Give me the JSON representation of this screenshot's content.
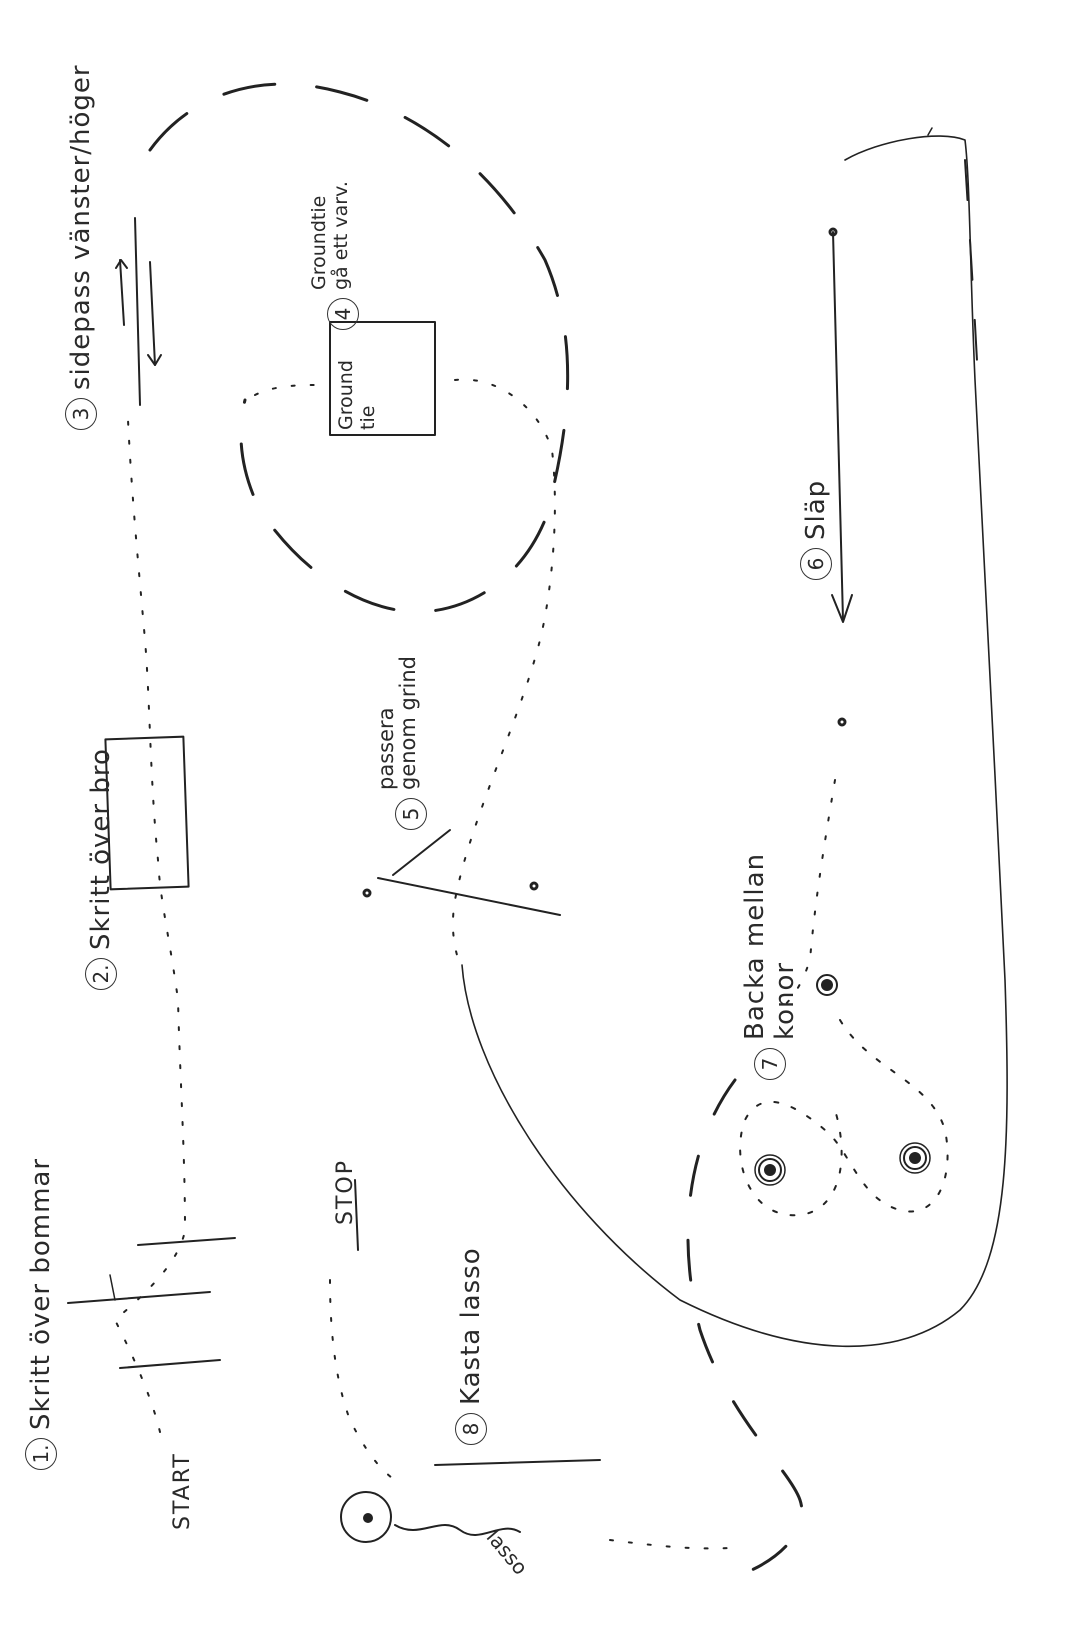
{
  "ink_color": "#222222",
  "paper_color": "#ffffff",
  "steps": [
    {
      "num": "1.",
      "text": "Skritt över bommar"
    },
    {
      "num": "2.",
      "text": "Skritt över bro"
    },
    {
      "num": "3",
      "text": "sidepass vänster/höger"
    },
    {
      "num": "4",
      "text": "Groundtie gå ett varv."
    },
    {
      "num": "5",
      "text": "passera genom grind"
    },
    {
      "num": "6",
      "text": "Släp"
    },
    {
      "num": "7",
      "text": "Backa mellan konor"
    },
    {
      "num": "8",
      "text": "Kasta lasso"
    }
  ],
  "labels": {
    "start": "START",
    "stop": "STOP",
    "groundtie_box": "Ground tie",
    "lasso": "lasso"
  }
}
